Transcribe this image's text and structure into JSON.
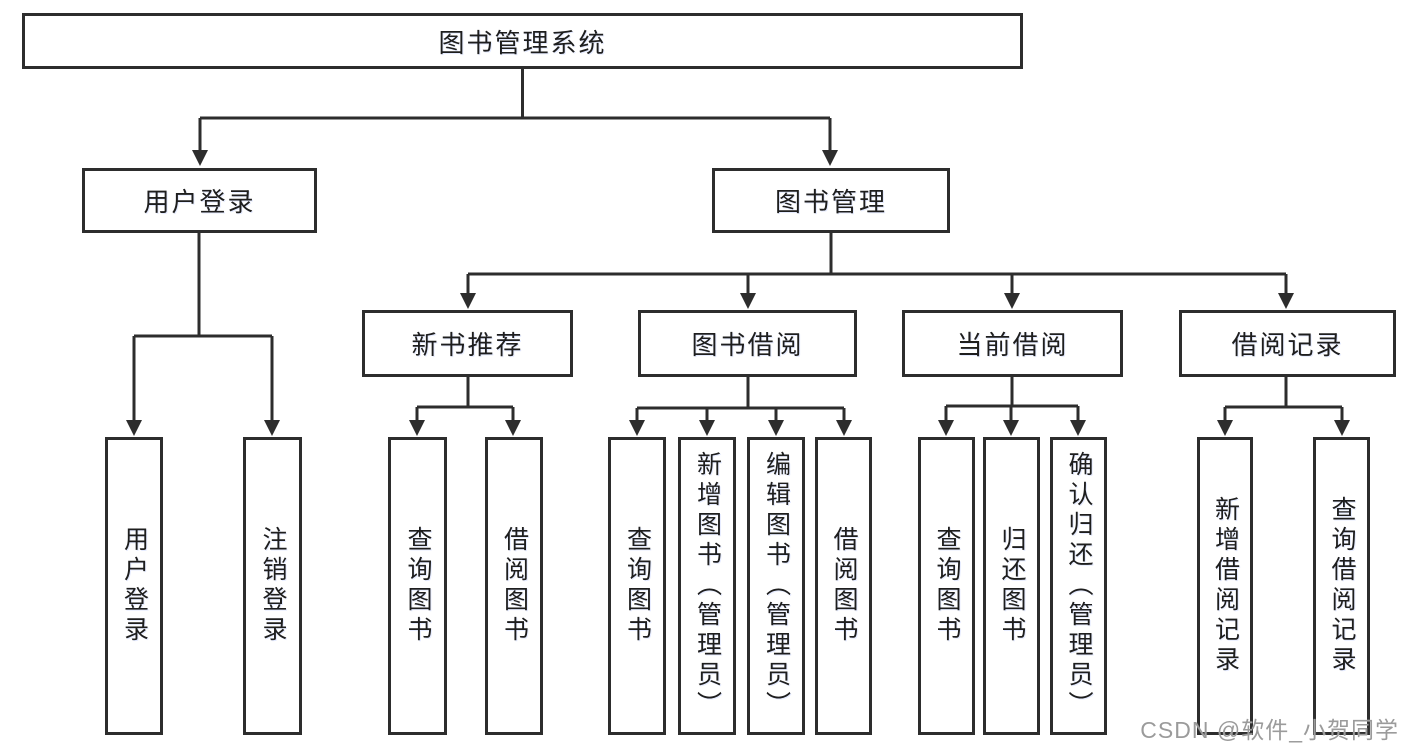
{
  "diagram": {
    "root": {
      "label": "图书管理系统"
    },
    "branches": [
      {
        "label": "用户登录",
        "leaves": [
          {
            "label": "用户登录"
          },
          {
            "label": "注销登录"
          }
        ]
      },
      {
        "label": "图书管理",
        "sections": [
          {
            "label": "新书推荐",
            "leaves": [
              {
                "label": "查询图书"
              },
              {
                "label": "借阅图书"
              }
            ]
          },
          {
            "label": "图书借阅",
            "leaves": [
              {
                "label": "查询图书"
              },
              {
                "label": "新增图书（管理员）"
              },
              {
                "label": "编辑图书（管理员）"
              },
              {
                "label": "借阅图书"
              }
            ]
          },
          {
            "label": "当前借阅",
            "leaves": [
              {
                "label": "查询图书"
              },
              {
                "label": "归还图书"
              },
              {
                "label": "确认归还（管理员）"
              }
            ]
          },
          {
            "label": "借阅记录",
            "leaves": [
              {
                "label": "新增借阅记录"
              },
              {
                "label": "查询借阅记录"
              }
            ]
          }
        ]
      }
    ]
  },
  "watermark": {
    "text": "CSDN @软件_小贺同学"
  },
  "colors": {
    "line": "#2d2d2d",
    "box_border": "#2d2d2d",
    "text": "#1e1e1e",
    "watermark": "#9b9b9b",
    "background": "#ffffff"
  }
}
